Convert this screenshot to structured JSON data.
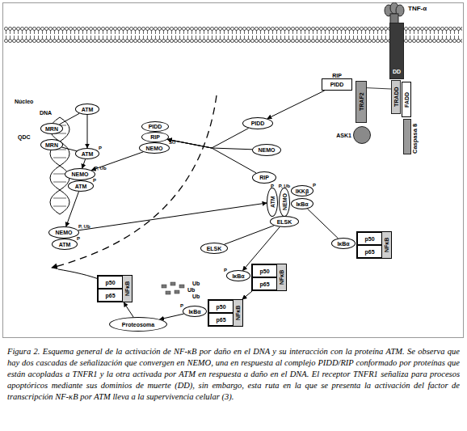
{
  "diagram": {
    "caption": "Figura 2. Esquema general de la activación de NF-κB por daño en el DNA y su interacción con la proteína ATM. Se observa que hay dos cascadas de señalización que convergen en NEMO, una en respuesta al complejo PIDD/RIP conformado por proteínas que están acopladas a TNFR1 y la otra activada por ATM en respuesta a daño en el DNA. El receptor TNFR1 señaliza para procesos apoptóricos mediante sus dominios de muerte (DD), sin embargo, esta ruta en la que se presenta la activación del factor de transcripción NF-κB por ATM lleva a la supervivencia celular (3).",
    "nodes": [
      {
        "text": [
          "TNF-α"
        ]
      },
      {
        "text": [
          "DD"
        ]
      },
      {
        "text": [
          "RIP",
          "PIDD"
        ]
      },
      {
        "text": [
          "TRAF2"
        ]
      },
      {
        "text": [
          "ASK1"
        ]
      },
      {
        "text": [
          "TRADD"
        ]
      },
      {
        "text": [
          "FADD"
        ]
      },
      {
        "text": [
          "Caspasa 8"
        ]
      },
      {
        "text": [
          "MRN"
        ]
      },
      {
        "text": [
          "MRN"
        ]
      },
      {
        "text": [
          "ATM"
        ]
      },
      {
        "text": [
          "ATM",
          "P"
        ]
      },
      {
        "text": [
          "PIDD"
        ]
      },
      {
        "text": [
          "RIP"
        ]
      },
      {
        "text": [
          "NEMO",
          "SU"
        ]
      },
      {
        "text": [
          "PIDD"
        ]
      },
      {
        "text": [
          "NEMO"
        ]
      },
      {
        "text": [
          "RIP"
        ]
      },
      {
        "text": [
          "NEMO",
          "P, Ub"
        ]
      },
      {
        "text": [
          "ATM",
          "P"
        ]
      },
      {
        "text": [
          "NEMO",
          "P, Ub"
        ]
      },
      {
        "text": [
          "ATM",
          "P"
        ]
      },
      {
        "text": [
          "ATM",
          "P"
        ]
      },
      {
        "text": [
          "NEMO",
          "P, Ub"
        ]
      },
      {
        "text": [
          "IKKβ",
          "P"
        ]
      },
      {
        "text": [
          "IκBα"
        ]
      },
      {
        "text": [
          "ELSK"
        ]
      },
      {
        "text": [
          "ELSK"
        ]
      },
      {
        "text": [
          "IκBα"
        ]
      },
      {
        "text": [
          "NFκB"
        ]
      },
      {
        "text": [
          "p50"
        ],
        "in": 29
      },
      {
        "text": [
          "p65"
        ],
        "in": 29
      },
      {
        "text": [
          "IκBα",
          "P"
        ]
      },
      {
        "text": [
          "NFκB"
        ]
      },
      {
        "text": [
          "p50"
        ],
        "in": 33
      },
      {
        "text": [
          "p65"
        ],
        "in": 33
      },
      {
        "text": [
          "IκBα",
          "P"
        ]
      },
      {
        "text": [
          "NFκB"
        ]
      },
      {
        "text": [
          "p50"
        ],
        "in": 37
      },
      {
        "text": [
          "p65"
        ],
        "in": 37
      },
      {
        "text": [
          "Proteosoma"
        ]
      },
      {
        "text": [
          "NFκB"
        ]
      },
      {
        "text": [
          "p50"
        ],
        "in": 41
      },
      {
        "text": [
          "p65"
        ],
        "in": 41
      }
    ],
    "edges": [
      {
        "from": 8,
        "to": 10,
        "arrow": "none"
      },
      {
        "from": 9,
        "to": 11,
        "arrow": "none"
      },
      {
        "from": 10,
        "to": 11,
        "arrow": "to"
      },
      {
        "from": 11,
        "to": 18,
        "arrow": "to"
      },
      {
        "from": 14,
        "to": 18,
        "arrow": "to"
      },
      {
        "from": 19,
        "to": 20,
        "arrow": "to"
      },
      {
        "from": 20,
        "to": 22,
        "arrow": "to"
      },
      {
        "from": 2,
        "to": 15,
        "arrow": "to"
      },
      {
        "from": 15,
        "to": 13,
        "arrow": "to"
      },
      {
        "from": 16,
        "to": 13,
        "arrow": "to"
      },
      {
        "from": 17,
        "to": 13,
        "arrow": "to"
      },
      {
        "from": 27,
        "to": 26,
        "arrow": "none"
      },
      {
        "from": 28,
        "to": 25,
        "arrow": "none"
      },
      {
        "from": 26,
        "to": 32,
        "arrow": "to"
      },
      {
        "from": 33,
        "to": 37,
        "arrow": "to"
      },
      {
        "from": 36,
        "to": 40,
        "arrow": "to"
      },
      {
        "from": 40,
        "to": 41,
        "arrow": "to"
      }
    ],
    "labels": [
      "Núcleo",
      "DNA",
      "QDC",
      "Ub",
      "Ub",
      "Ub"
    ]
  }
}
